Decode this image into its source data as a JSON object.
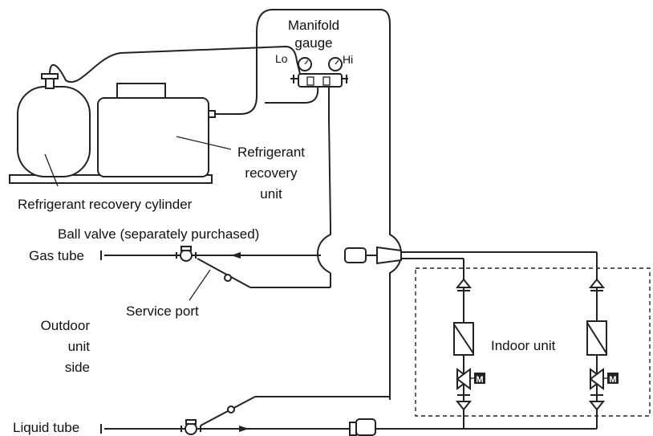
{
  "labels": {
    "manifold_line1": "Manifold",
    "manifold_line2": "gauge",
    "lo": "Lo",
    "hi": "Hi",
    "recovery_unit_line1": "Refrigerant",
    "recovery_unit_line2": "recovery",
    "recovery_unit_line3": "unit",
    "recovery_cylinder": "Refrigerant recovery cylinder",
    "ball_valve": "Ball valve (separately purchased)",
    "gas_tube": "Gas tube",
    "service_port": "Service port",
    "outdoor_line1": "Outdoor",
    "outdoor_line2": "unit",
    "outdoor_line3": "side",
    "indoor_unit": "Indoor unit",
    "liquid_tube": "Liquid tube",
    "motor_valve_symbol": "M"
  }
}
